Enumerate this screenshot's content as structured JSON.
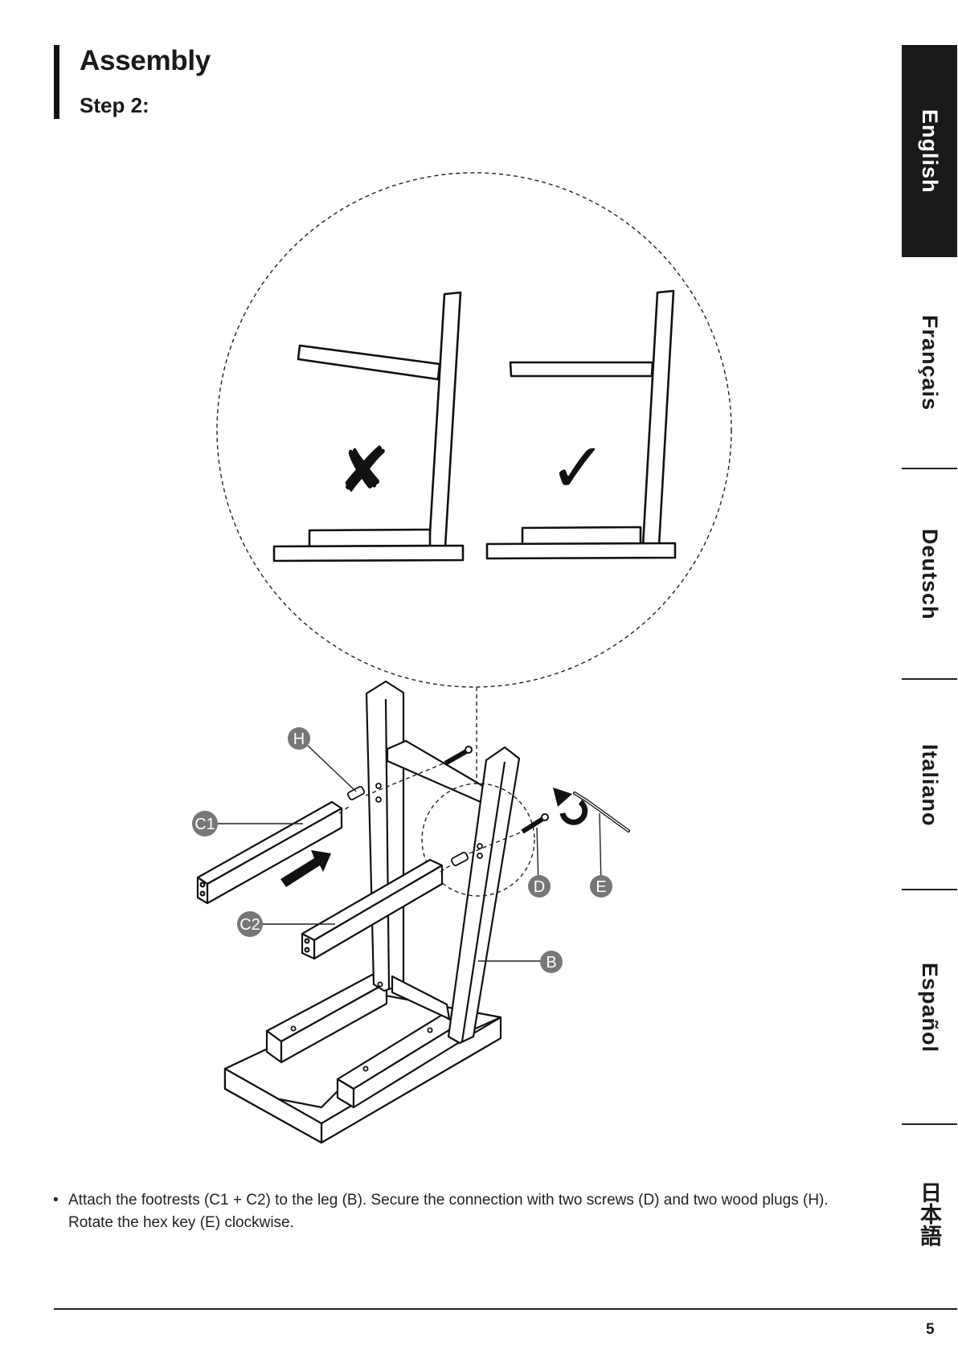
{
  "header": {
    "title": "Assembly",
    "subtitle": "Step 2:"
  },
  "language_tabs": [
    {
      "label": "English",
      "active": true
    },
    {
      "label": "Français",
      "active": false
    },
    {
      "label": "Deutsch",
      "active": false
    },
    {
      "label": "Italiano",
      "active": false
    },
    {
      "label": "Español",
      "active": false
    },
    {
      "label": "日本語",
      "active": false
    }
  ],
  "diagram": {
    "wrong_mark": "✘",
    "correct_mark": "✓",
    "callouts": {
      "H": "H",
      "C1": "C1",
      "C2": "C2",
      "D": "D",
      "E": "E",
      "B": "B"
    },
    "arrow_icon": "direction-arrow-icon",
    "rotate_icon": "clockwise-rotate-icon"
  },
  "instruction": {
    "bullet": "•",
    "line1": "Attach the footrests (C1 + C2) to the leg (B). Secure the connection with two screws (D) and two wood plugs (H).",
    "line2": "Rotate the hex key (E) clockwise."
  },
  "footer": {
    "page_number": "5"
  }
}
